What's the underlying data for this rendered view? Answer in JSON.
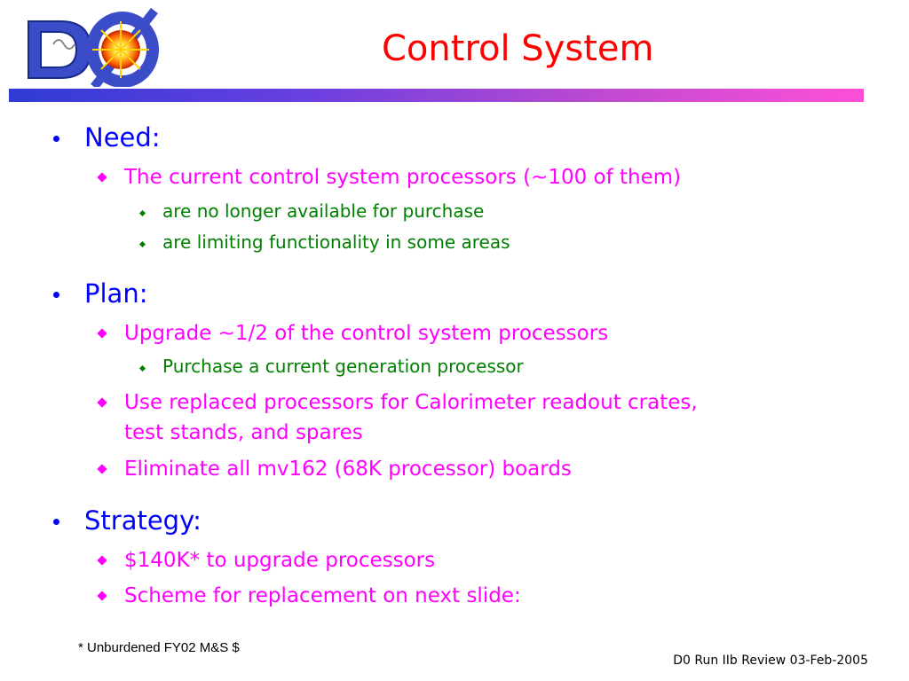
{
  "title": "Control System",
  "logo": {
    "text": "DØ"
  },
  "sections": [
    {
      "label": "Need:",
      "items": [
        {
          "text": "The current control system processors (~100 of them)",
          "subitems": [
            "are no longer available for purchase",
            "are limiting functionality in some areas"
          ]
        }
      ]
    },
    {
      "label": "Plan:",
      "items": [
        {
          "text": "Upgrade ~1/2 of the control system processors",
          "subitems": [
            "Purchase a current generation processor"
          ]
        },
        {
          "text_line1": "Use replaced processors for Calorimeter readout crates,",
          "text_line2": "test stands, and spares"
        },
        {
          "text": "Eliminate all mv162 (68K processor) boards"
        }
      ]
    },
    {
      "label": "Strategy:",
      "items": [
        {
          "text": "$140K* to upgrade processors"
        },
        {
          "text": "Scheme for replacement on next slide:"
        }
      ]
    }
  ],
  "footnote": "* Unburdened FY02 M&S $",
  "footer": "D0 Run IIb Review 03-Feb-2005",
  "colors": {
    "title": "#ff0000",
    "level1": "#0000ff",
    "level2": "#ff00ff",
    "level3": "#008000"
  }
}
